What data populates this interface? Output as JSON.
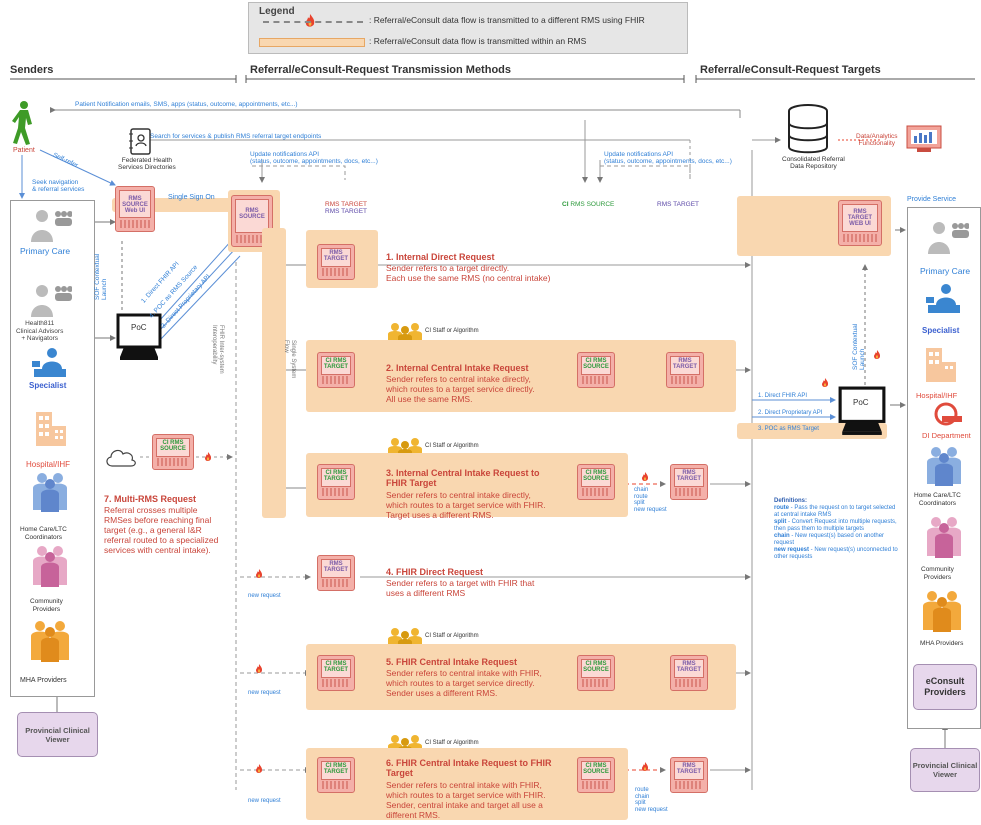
{
  "legend": {
    "title": "Legend",
    "fhir": ": Referral/eConsult data flow is transmitted to a different RMS using FHIR",
    "internal": ": Referral/eConsult data flow is transmitted within an RMS"
  },
  "sections": {
    "senders": "Senders",
    "methods": "Referral/eConsult-Request Transmission Methods",
    "targets": "Referral/eConsult-Request Targets"
  },
  "top": {
    "notifications": "Patient Notification emails, SMS, apps (status, outcome, appointments, etc...)",
    "search": "Search for services & publish RMS referral target endpoints",
    "directory": "Federated Health\nServices Directories",
    "update_api_1": "Update notifications API\n(status, outcome, appointments, docs, etc...)",
    "update_api_2": "Update notifications API\n(status, outcome, appointments, docs, etc...)",
    "rms_target_a": "RMS TARGET",
    "rms_target_b": "RMS TARGET",
    "ci_rms_source": "RMS SOURCE",
    "ci_prefix": "CI",
    "rms_target_c": "RMS TARGET",
    "repository": "Consolidated Referral\nData Repository",
    "analytics": "Data/Analytics\nFunctionality"
  },
  "senders": {
    "patient": "Patient",
    "self_refer": "Self-refer",
    "seek_nav": "Seek navigation\n& referral services",
    "primary_care": "Primary Care",
    "health811": "Health811\nClinical Advisors\n+ Navigators",
    "specialist": "Specialist",
    "hospital": "Hospital/IHF",
    "home_care": "Home Care/LTC\nCoordinators",
    "community": "Community\nProviders",
    "mha": "MHA Providers",
    "viewer": "Provincial Clinical\nViewer"
  },
  "source_boxes": {
    "rms_source_web": "RMS\nSOURCE\nWeb UI",
    "single_sign_on": "Single Sign On",
    "rms_source": "RMS\nSOURCE",
    "poc": "PoC",
    "sof_launch": "SOF Contextual\nLaunch",
    "direct_fhir": "1. Direct FHIR API",
    "poc_as_source": "4. POC as RMS Source",
    "direct_proprietary": "3. Direct Proprietary API",
    "fhir_interop": "FHIR Inter-system\nInteroperability",
    "single_system_flow": "Single System\nFlow"
  },
  "boxes": {
    "rms_target": "RMS\nTARGET",
    "ci_rms_target": "CI RMS\nTARGET",
    "ci_rms_source": "CI RMS\nSOURCE",
    "ci_staff": "CI Staff or Algorithm",
    "multi_ci_source": "CI RMS\nSOURCE"
  },
  "methods": [
    {
      "title": "1. Internal Direct Request",
      "text": "Sender refers to a target directly.\nEach use the same RMS (no central intake)"
    },
    {
      "title": "2. Internal Central Intake Request",
      "text": "Sender refers to central intake directly,\nwhich routes to a target service directly.\nAll use the same RMS."
    },
    {
      "title": "3. Internal Central Intake Request to\nFHIR Target",
      "text": "Sender refers to central intake directly,\nwhich routes to a target service with FHIR.\nTarget uses a different RMS."
    },
    {
      "title": "4. FHIR Direct Request",
      "text": "Sender refers to a target with FHIR that\nuses a different RMS"
    },
    {
      "title": "5. FHIR Central Intake Request",
      "text": "Sender refers to central intake with FHIR,\nwhich routes to a target service directly.\nSender uses a different RMS."
    },
    {
      "title": "6. FHIR Central Intake Request to FHIR\nTarget",
      "text": "Sender refers to central intake with FHIR,\nwhich routes to a target service with FHIR.\nSender, central intake and target all use a\ndifferent RMS."
    },
    {
      "title": "7. Multi-RMS Request",
      "text": "Referral crosses multiple\nRMSes before reaching final\ntarget (e.g., a general I&R\nreferral routed to a specialized\nservices with central intake)."
    }
  ],
  "flow_labels": {
    "chain_route_split_new": "chain\nroute\nsplit\nnew request",
    "new_request": "new request",
    "route_chain_split_new": "route\nchain\nsplit\nnew request"
  },
  "targets": {
    "provide_service": "Provide Service",
    "rms_target_web": "RMS\nTARGET\nWEB UI",
    "sof_launch": "SOF Contextual\nLaunch",
    "direct_fhir": "1. Direct FHIR API",
    "direct_proprietary": "2. Direct Proprietary API",
    "poc_as_target": "3. POC as RMS Target",
    "poc": "PoC",
    "primary_care": "Primary Care",
    "specialist": "Specialist",
    "hospital": "Hospital/IHF",
    "di": "DI Department",
    "home_care": "Home Care/LTC\nCoordinators",
    "community": "Community\nProviders",
    "mha": "MHA Providers",
    "econsult": "eConsult\nProviders",
    "viewer": "Provincial Clinical\nViewer"
  },
  "definitions": {
    "title": "Definitions:",
    "route_term": "route",
    "route_text": " - Pass the request on to target selected at central intake RMS",
    "split_term": "split",
    "split_text": " - Convert Request into multiple requests, then pass them to multiple targets",
    "chain_term": "chain",
    "chain_text": " - New request(s) based on another request",
    "new_term": "new request",
    "new_text": " - New request(s) unconnected to other requests"
  },
  "colors": {
    "fhir_flow": "#e8432e",
    "internal_flow": "#f9d7b0",
    "rms_box": "#f4b0a9",
    "text_red": "#c9453a",
    "text_blue": "#2f7fd6"
  }
}
